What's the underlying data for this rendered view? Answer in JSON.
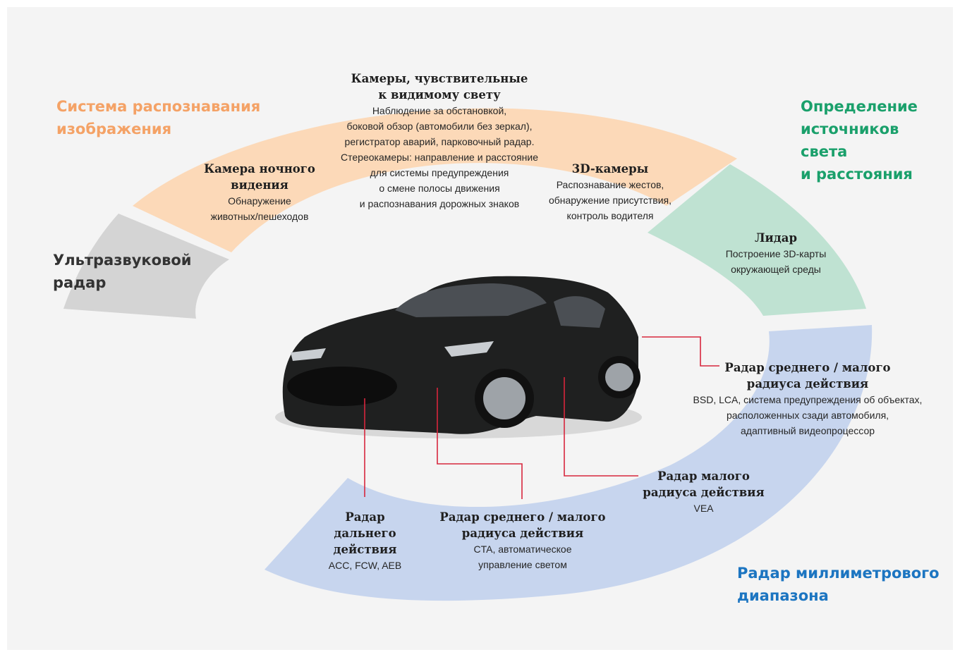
{
  "categories": {
    "image_recognition": "Система распознавания\nизображения",
    "light_distance": "Определение\nисточников\nсвета\nи расстояния",
    "ultrasonic": "Ультразвуковой\nрадар",
    "mmwave": "Радар миллиметрового\nдиапазона"
  },
  "sensors": {
    "visible_cameras": {
      "title": "Камеры, чувствительные\nк видимому свету",
      "desc": "Наблюдение за обстановкой,\nбоковой обзор (автомобили без зеркал),\nрегистратор аварий, парковочный радар.\nСтереокамеры: направление и расстояние\nдля системы предупреждения\nо смене полосы движения\nи распознавания дорожных знаков"
    },
    "night_camera": {
      "title": "Камера ночного\nвидения",
      "desc": "Обнаружение\nживотных/пешеходов"
    },
    "camera_3d": {
      "title": "3D-камеры",
      "desc": "Распознавание жестов,\nобнаружение присутствия,\nконтроль водителя"
    },
    "lidar": {
      "title": "Лидар",
      "desc": "Построение 3D-карты\nокружающей среды"
    },
    "mid_short_radar_side": {
      "title": "Радар среднего / малого\nрадиуса действия",
      "desc": "BSD, LCA, система предупреждения об объектах,\nрасположенных сзади автомобиля,\nадаптивный видеопроцессор"
    },
    "short_radar": {
      "title": "Радар малого\nрадиуса действия",
      "desc": "VEA"
    },
    "long_radar": {
      "title": "Радар\nдальнего\nдействия",
      "desc": "ACC, FCW, AEB"
    },
    "mid_short_radar_front": {
      "title": "Радар среднего / малого\nрадиуса действия",
      "desc": "CTA, автоматическое\nуправление светом"
    }
  },
  "colors": {
    "orange_band": "#fcd9b8",
    "gray_band": "#d4d4d4",
    "green_band": "#bfe2d2",
    "blue_band": "#c7d5ee",
    "leader_line": "#d7263d",
    "car_body": "#1f2020"
  }
}
